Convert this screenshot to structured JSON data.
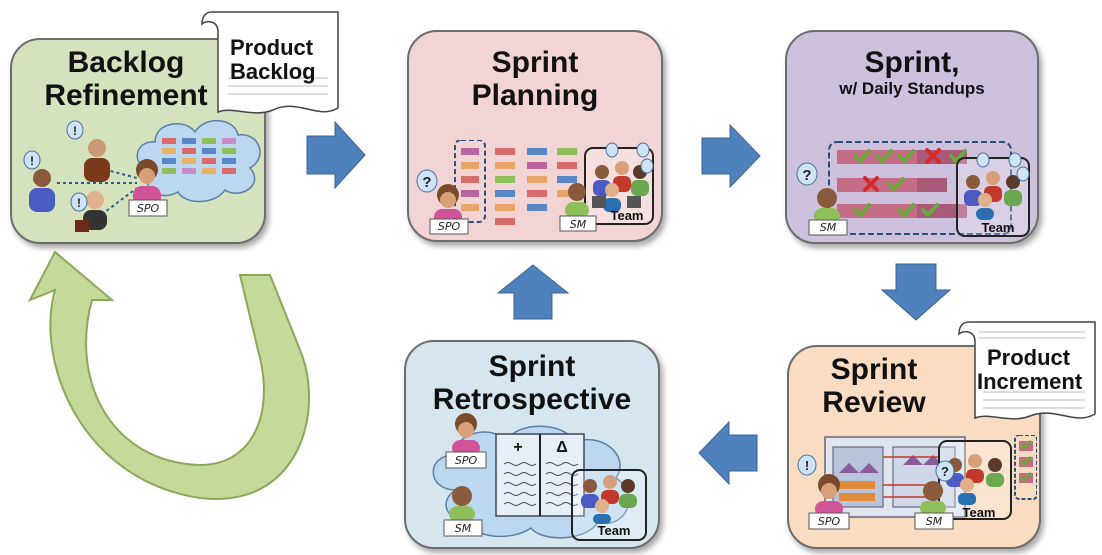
{
  "stages": {
    "backlog_refinement": {
      "title": [
        "Backlog",
        "Refinement"
      ],
      "color": "#d4e3bd"
    },
    "sprint_planning": {
      "title": [
        "Sprint",
        "Planning"
      ],
      "color": "#f2d4d4"
    },
    "sprint": {
      "title": "Sprint,",
      "subtitle": "w/ Daily Standups",
      "color": "#cdc1dd"
    },
    "sprint_review": {
      "title": [
        "Sprint",
        "Review"
      ],
      "color": "#fadcc2"
    },
    "sprint_retrospective": {
      "title": [
        "Sprint",
        "Retrospective"
      ],
      "color": "#d6e6ef"
    }
  },
  "documents": {
    "product_backlog": [
      "Product",
      "Backlog"
    ],
    "product_increment": [
      "Product",
      "Increment"
    ]
  },
  "labels": {
    "spo": "SPO",
    "sm": "SM",
    "team": "Team",
    "plus": "+",
    "delta": "Δ",
    "question": "?",
    "exclaim": "!"
  },
  "colors": {
    "arrow": "#4f81bd",
    "cycle_arrow": "#9bbb59"
  }
}
